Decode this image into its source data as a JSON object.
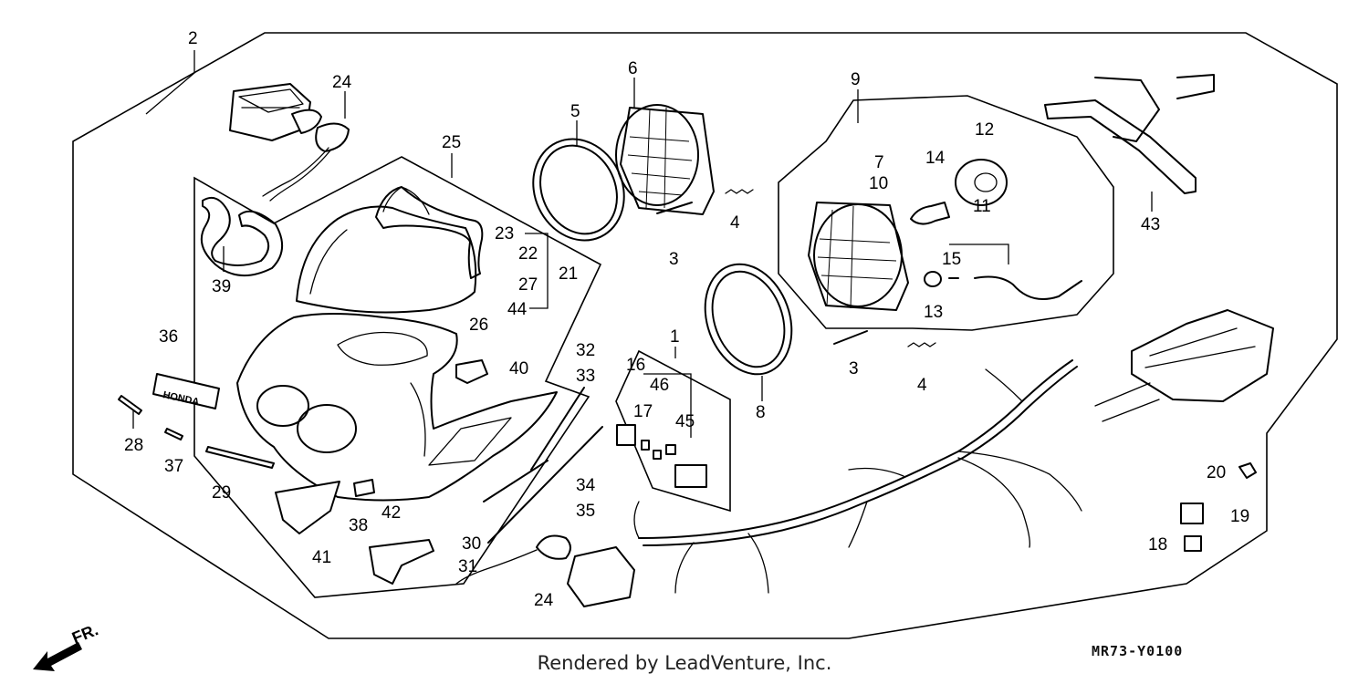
{
  "diagram": {
    "code": "MR73-Y0100",
    "credit": "Rendered by LeadVenture, Inc.",
    "front_indicator": {
      "label": "FR.",
      "icon": "front-direction-arrow-icon"
    },
    "callouts": {
      "c1": "1",
      "c2": "2",
      "c3a": "3",
      "c3b": "3",
      "c4a": "4",
      "c4b": "4",
      "c5": "5",
      "c6": "6",
      "c7": "7",
      "c8": "8",
      "c9": "9",
      "c10": "10",
      "c11": "11",
      "c12": "12",
      "c13": "13",
      "c14": "14",
      "c15": "15",
      "c16": "16",
      "c17": "17",
      "c18": "18",
      "c19": "19",
      "c20": "20",
      "c21": "21",
      "c22": "22",
      "c23": "23",
      "c24a": "24",
      "c24b": "24",
      "c25": "25",
      "c26": "26",
      "c27": "27",
      "c28": "28",
      "c29": "29",
      "c30": "30",
      "c31": "31",
      "c32": "32",
      "c33": "33",
      "c34": "34",
      "c35": "35",
      "c36": "36",
      "c37": "37",
      "c38": "38",
      "c39": "39",
      "c40": "40",
      "c41": "41",
      "c42": "42",
      "c43": "43",
      "c44": "44",
      "c45": "45",
      "c46": "46"
    },
    "emblem_text": "HONDA"
  }
}
